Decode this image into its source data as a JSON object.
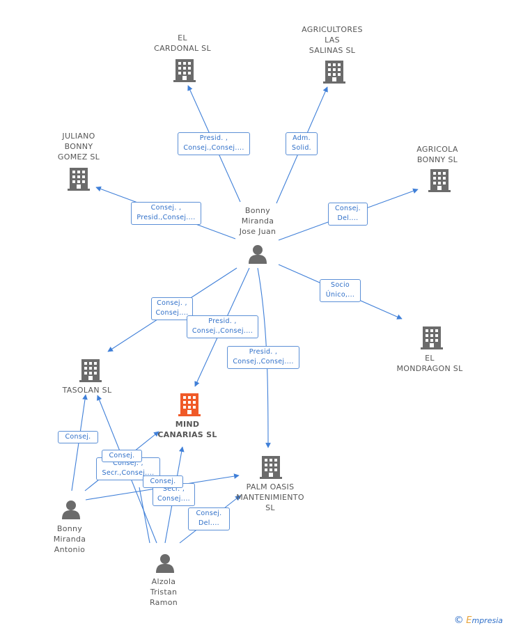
{
  "colors": {
    "edge": "#3f7fd8",
    "node": "#6b6b6b",
    "highlight": "#f05a28"
  },
  "nodes": {
    "el_cardonal": "EL\nCARDONAL SL",
    "agricultores": "AGRICULTORES\nLAS\nSALINAS SL",
    "juliano": "JULIANO\nBONNY\nGOMEZ SL",
    "agricola": "AGRICOLA\nBONNY SL",
    "bonny_jose": "Bonny\nMiranda\nJose Juan",
    "el_mondragon": "EL\nMONDRAGON SL",
    "tasolan": "TASOLAN SL",
    "mind": "MIND\nCANARIAS SL",
    "palm": "PALM OASIS\nMANTENIMIENTO\nSL",
    "bonny_antonio": "Bonny\nMiranda\nAntonio",
    "alzola": "Alzola\nTristan\nRamon"
  },
  "edges": {
    "e1": "Presid. ,\nConsej.,Consej....",
    "e2": "Adm.\nSolid.",
    "e3": "Consej. ,\nPresid.,Consej....",
    "e4": "Consej.\nDel....",
    "e5": "Socio\nÚnico,...",
    "e6": "Consej. ,\nConsej....",
    "e7": "Presid. ,\nConsej.,Consej....",
    "e8": "Presid. ,\nConsej.,Consej....",
    "e9": "Consej.",
    "e10": "Consej.",
    "e11": "Consej. ,\nSecr.,Consej....",
    "e12": "Consej.",
    "e13": "Secr. ,\nConsej....",
    "e14": "Consej.\nDel...."
  },
  "footer": {
    "copyright": "©",
    "brand_initial": "E",
    "brand_rest": "mpresia"
  }
}
